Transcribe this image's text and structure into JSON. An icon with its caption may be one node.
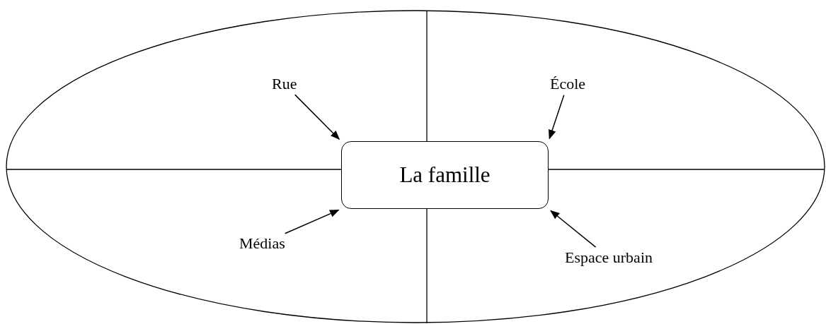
{
  "diagram": {
    "nodes": [
      {
        "text": [],
        "shape": "ellipse"
      },
      {
        "text": [
          "Rue"
        ],
        "in": 0
      },
      {
        "text": [
          "École"
        ],
        "in": 0
      },
      {
        "text": [
          "La famille"
        ],
        "in": 0
      },
      {
        "text": [
          "Médias"
        ],
        "in": 0
      },
      {
        "text": [
          "Espace urbain"
        ],
        "in": 0
      }
    ],
    "edges": [
      {
        "from": 1,
        "to": 3,
        "arrow": "to"
      },
      {
        "from": 2,
        "to": 3,
        "arrow": "to"
      },
      {
        "from": 4,
        "to": 3,
        "arrow": "to"
      },
      {
        "from": 5,
        "to": 3,
        "arrow": "to"
      }
    ]
  }
}
